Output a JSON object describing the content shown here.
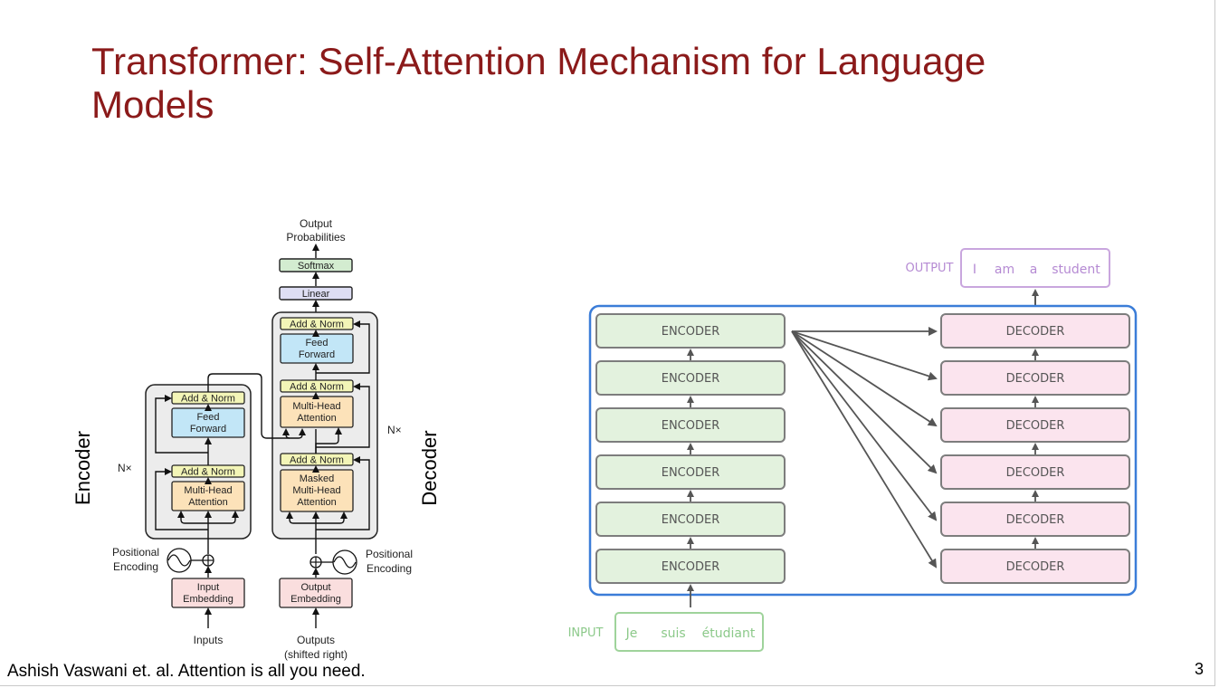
{
  "slide": {
    "title": "Transformer: Self-Attention Mechanism for Language Models",
    "citation": "Ashish Vaswani et. al. Attention is all you need.",
    "page_number": "3"
  },
  "architecture": {
    "output_probabilities_line1": "Output",
    "output_probabilities_line2": "Probabilities",
    "softmax": "Softmax",
    "linear": "Linear",
    "add_norm": "Add & Norm",
    "feed_forward_line1": "Feed",
    "feed_forward_line2": "Forward",
    "multi_head_line1": "Multi-Head",
    "multi_head_line2": "Attention",
    "masked_line1": "Masked",
    "masked_line2": "Multi-Head",
    "masked_line3": "Attention",
    "nx": "N×",
    "encoder_label": "Encoder",
    "decoder_label": "Decoder",
    "positional_line1": "Positional",
    "positional_line2": "Encoding",
    "input_embedding_line1": "Input",
    "input_embedding_line2": "Embedding",
    "output_embedding_line1": "Output",
    "output_embedding_line2": "Embedding",
    "inputs": "Inputs",
    "outputs_line1": "Outputs",
    "outputs_line2": "(shifted right)",
    "colors": {
      "add_norm": "#f3f5b7",
      "feed_forward": "#c2e6f7",
      "attention": "#fce2b9",
      "embedding": "#fadede",
      "softmax": "#d3ecd0",
      "linear": "#dedef3",
      "stack_bg": "#ececec"
    }
  },
  "stack": {
    "output_label": "OUTPUT",
    "output_tokens": [
      "I",
      "am",
      "a",
      "student"
    ],
    "input_label": "INPUT",
    "input_tokens": [
      "Je",
      "suis",
      "étudiant"
    ],
    "encoder_label": "ENCODER",
    "decoder_label": "DECODER",
    "colors": {
      "encoder": "#e3f2de",
      "decoder": "#fbe4ee",
      "border_blue": "#3b7dd8",
      "output_purple": "#b58ad3",
      "input_green": "#8cc98a"
    }
  }
}
